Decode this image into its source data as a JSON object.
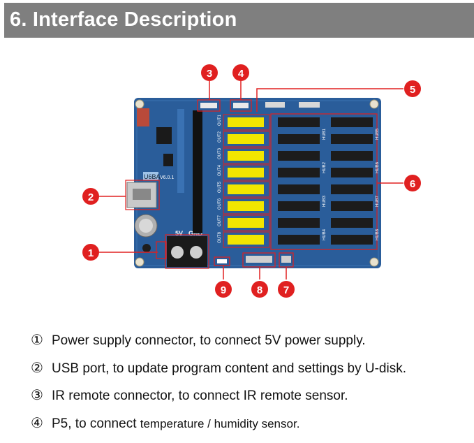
{
  "header": {
    "title": "6. Interface Description"
  },
  "board": {
    "model_label": "U6BA",
    "version_label": "V6.0.1",
    "power_labels": [
      "5V",
      "GND"
    ],
    "output_labels": [
      "OUT1",
      "OUT2",
      "OUT3",
      "OUT4",
      "OUT5",
      "OUT6",
      "OUT7",
      "OUT8"
    ],
    "hub_labels": [
      "HUB1",
      "HUB2",
      "HUB3",
      "HUB4",
      "HUB5",
      "HUB6",
      "HUB7",
      "HUB8"
    ]
  },
  "callouts": [
    "1",
    "2",
    "3",
    "4",
    "5",
    "6",
    "7",
    "8",
    "9"
  ],
  "descriptions": [
    {
      "num": "①",
      "text": "Power supply connector, to connect 5V power supply."
    },
    {
      "num": "②",
      "text": "USB port, to update program content and settings by U-disk."
    },
    {
      "num": "③",
      "text": "IR remote connector, to connect IR remote sensor."
    },
    {
      "num": "④",
      "text": "P5, to connect",
      "text_small": "temperature / humidity sensor."
    }
  ],
  "colors": {
    "header_bg": "#7f7f7f",
    "board_blue": "#2a5d9a",
    "callout_red": "#e02020",
    "connector_yellow": "#f2e600"
  }
}
